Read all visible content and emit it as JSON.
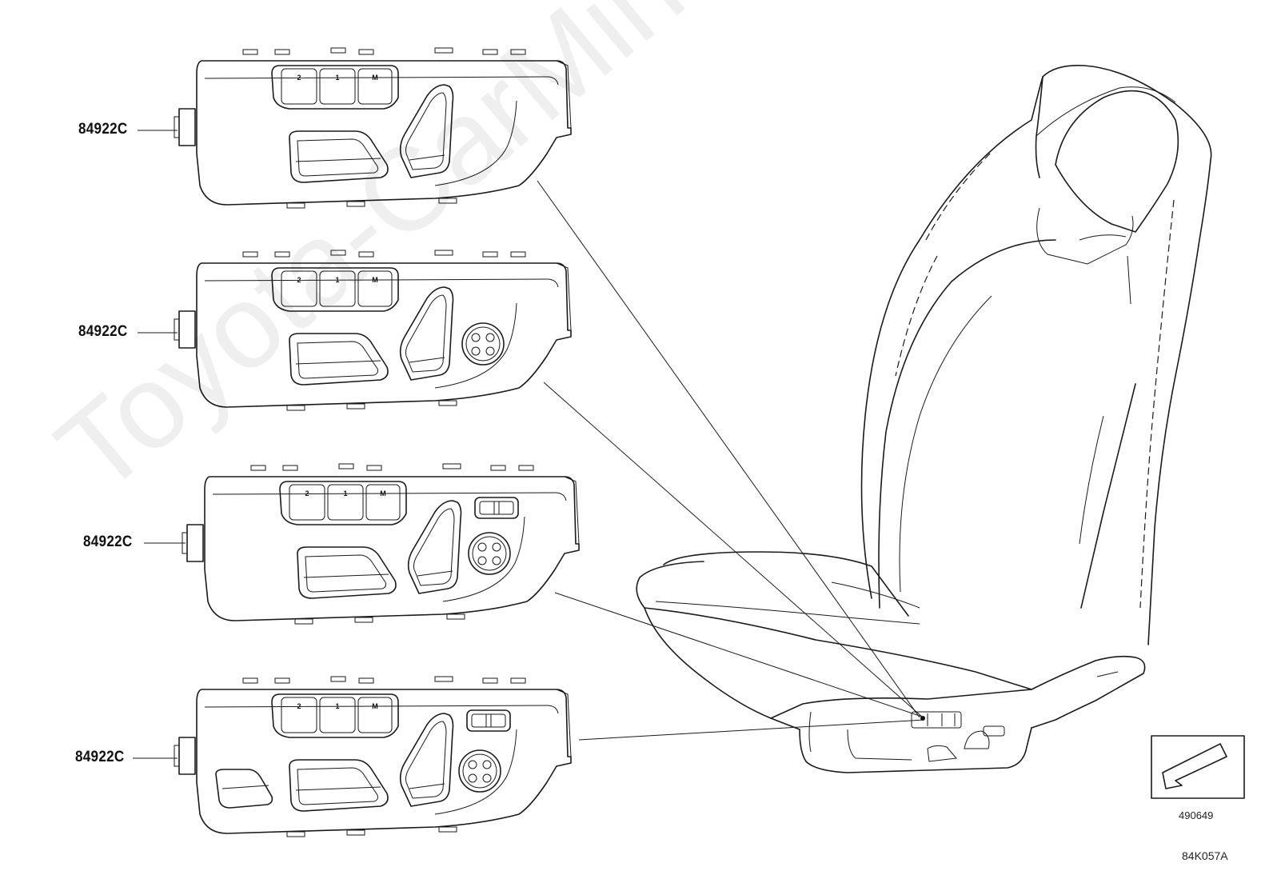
{
  "watermark": "Toyota-CarMine.ru",
  "callouts": [
    {
      "id": "switch-1",
      "label": "84922C"
    },
    {
      "id": "switch-2",
      "label": "84922C"
    },
    {
      "id": "switch-3",
      "label": "84922C"
    },
    {
      "id": "switch-4",
      "label": "84922C"
    }
  ],
  "memory_buttons": [
    "2",
    "1",
    "M"
  ],
  "view_reference": "490649",
  "drawing_code": "84K057A"
}
